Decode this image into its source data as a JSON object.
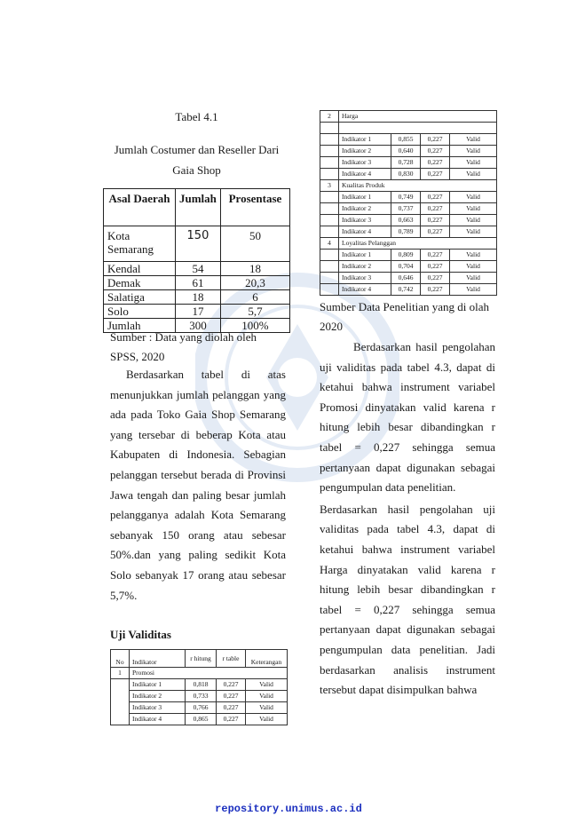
{
  "table41": {
    "title": "Tabel 4.1",
    "caption_line1": "Jumlah Costumer dan Reseller Dari",
    "caption_line2": "Gaia Shop",
    "headers": [
      "Asal Daerah",
      "Jumlah",
      "Prosentase"
    ],
    "rows": [
      [
        "Kota Semarang",
        "150",
        "50"
      ],
      [
        "Kendal",
        "54",
        "18"
      ],
      [
        "Demak",
        "61",
        "20,3"
      ],
      [
        "Salatiga",
        "18",
        "6"
      ],
      [
        "Solo",
        "17",
        "5,7"
      ],
      [
        "Jumlah",
        "300",
        "100%"
      ]
    ],
    "source": "Sumber : Data yang diolah oleh SPSS, 2020"
  },
  "left_paragraph": "Berdasarkan tabel di atas menunjukkan jumlah pelanggan yang ada pada Toko Gaia Shop Semarang yang tersebar di beberap Kota atau Kabupaten di Indonesia. Sebagian pelanggan tersebut berada di Provinsi Jawa tengah dan paling besar jumlah pelangganya adalah Kota Semarang sebanyak 150 orang atau sebesar 50%.dan yang paling sedikit Kota Solo sebanyak 17 orang atau sebesar 5,7%.",
  "uji_heading": "Uji Validitas",
  "validity_headers": [
    "No",
    "Indikator",
    "r hitung",
    "r table",
    "Keterangan"
  ],
  "validity_left": {
    "group": {
      "no": "1",
      "name": "Promosi"
    },
    "rows": [
      [
        "Indikator 1",
        "0,818",
        "0,227",
        "Valid"
      ],
      [
        "Indikator 2",
        "0,733",
        "0,227",
        "Valid"
      ],
      [
        "Indikator 3",
        "0,766",
        "0,227",
        "Valid"
      ],
      [
        "Indikator 4",
        "0,865",
        "0,227",
        "Valid"
      ]
    ]
  },
  "validity_right": [
    {
      "no": "2",
      "name": "Harga",
      "rows": [
        [
          "Indikator 1",
          "0,855",
          "0,227",
          "Valid"
        ],
        [
          "Indikator 2",
          "0,640",
          "0,227",
          "Valid"
        ],
        [
          "Indikator 3",
          "0,728",
          "0,227",
          "Valid"
        ],
        [
          "Indikator 4",
          "0,830",
          "0,227",
          "Valid"
        ]
      ]
    },
    {
      "no": "3",
      "name": "Kualitas Produk",
      "rows": [
        [
          "Indikator 1",
          "0,749",
          "0,227",
          "Valid"
        ],
        [
          "Indikator 2",
          "0,737",
          "0,227",
          "Valid"
        ],
        [
          "Indikator 3",
          "0,663",
          "0,227",
          "Valid"
        ],
        [
          "Indikator 4",
          "0,789",
          "0,227",
          "Valid"
        ]
      ]
    },
    {
      "no": "4",
      "name": "Loyalitas Pelanggan",
      "rows": [
        [
          "Indikator 1",
          "0,809",
          "0,227",
          "Valid"
        ],
        [
          "Indikator 2",
          "0,704",
          "0,227",
          "Valid"
        ],
        [
          "Indikator 3",
          "0,646",
          "0,227",
          "Valid"
        ],
        [
          "Indikator 4",
          "0,742",
          "0,227",
          "Valid"
        ]
      ]
    }
  ],
  "right_source": "Sumber Data Penelitian yang di olah 2020",
  "right_paragraph1": "Berdasarkan hasil pengolahan uji validitas pada tabel 4.3, dapat di ketahui bahwa instrument variabel Promosi dinyatakan valid karena r hitung lebih besar dibandingkan r tabel = 0,227 sehingga semua pertanyaan dapat digunakan sebagai pengumpulan data penelitian.",
  "right_paragraph2": "Berdasarkan hasil pengolahan uji validitas pada tabel 4.3, dapat di ketahui bahwa instrument variabel Harga dinyatakan valid karena r hitung lebih besar dibandingkan r tabel = 0,227 sehingga semua pertanyaan dapat digunakan sebagai pengumpulan data penelitian. Jadi berdasarkan analisis instrument tersebut dapat disimpulkan bahwa",
  "footer": "repository.unimus.ac.id"
}
